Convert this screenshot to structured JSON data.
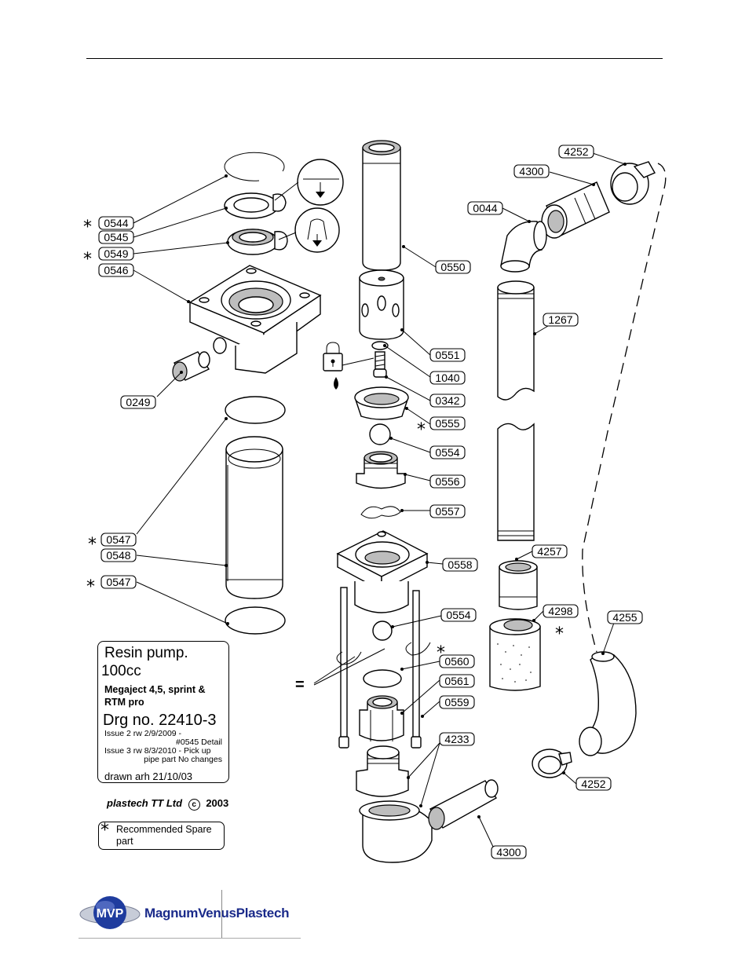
{
  "labels": [
    {
      "id": "0544",
      "text": "0544"
    },
    {
      "id": "0545",
      "text": "0545"
    },
    {
      "id": "0549",
      "text": "0549"
    },
    {
      "id": "0546",
      "text": "0546"
    },
    {
      "id": "0249",
      "text": "0249"
    },
    {
      "id": "0547a",
      "text": "0547"
    },
    {
      "id": "0548",
      "text": "0548"
    },
    {
      "id": "0547b",
      "text": "0547"
    },
    {
      "id": "0550",
      "text": "0550"
    },
    {
      "id": "0551",
      "text": "0551"
    },
    {
      "id": "1040",
      "text": "1040"
    },
    {
      "id": "0342",
      "text": "0342"
    },
    {
      "id": "0555",
      "text": "0555"
    },
    {
      "id": "0554a",
      "text": "0554"
    },
    {
      "id": "0556",
      "text": "0556"
    },
    {
      "id": "0557",
      "text": "0557"
    },
    {
      "id": "0558",
      "text": "0558"
    },
    {
      "id": "0554b",
      "text": "0554"
    },
    {
      "id": "0560",
      "text": "0560"
    },
    {
      "id": "0561",
      "text": "0561"
    },
    {
      "id": "0559",
      "text": "0559"
    },
    {
      "id": "4233",
      "text": "4233"
    },
    {
      "id": "4252a",
      "text": "4252"
    },
    {
      "id": "4300a",
      "text": "4300"
    },
    {
      "id": "0044",
      "text": "0044"
    },
    {
      "id": "1267",
      "text": "1267"
    },
    {
      "id": "4257",
      "text": "4257"
    },
    {
      "id": "4298",
      "text": "4298"
    },
    {
      "id": "4255",
      "text": "4255"
    },
    {
      "id": "4252b",
      "text": "4252"
    },
    {
      "id": "4300b",
      "text": "4300"
    }
  ],
  "title_block": {
    "line1": "Resin pump.",
    "line2": "100cc",
    "line3": "Megaject 4,5, sprint &",
    "line4": "RTM pro",
    "line5": "Drg no. 22410-3",
    "issue2a": "Issue 2 rw 2/9/2009 -",
    "issue2b": "#0545 Detail",
    "issue3a": "Issue 3 rw 8/3/2010 - Pick up",
    "issue3b": "pipe part No changes",
    "drawn": "drawn arh 21/10/03"
  },
  "copyright": {
    "company": "plastech TT Ltd",
    "symbol": "c",
    "year": "2003"
  },
  "legend": {
    "star": "*",
    "text_line1": "Recommended Spare",
    "text_line2": "part"
  },
  "logo": {
    "badge": "MVP",
    "name": "MagnumVenusPlastech",
    "colors": {
      "badge_blue": "#1f3c9e",
      "text": "#1a2a8a"
    }
  },
  "misc": {
    "equals_sign": "=",
    "star": "*"
  }
}
